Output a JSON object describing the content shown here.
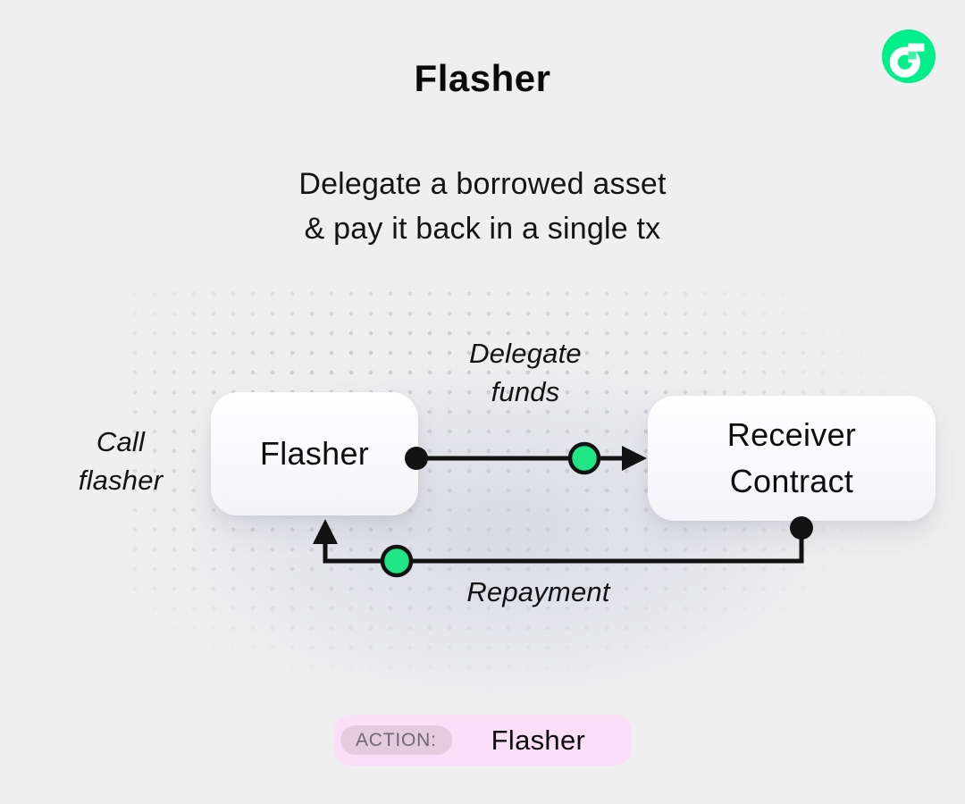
{
  "header": {
    "title": "Flasher",
    "subtitle_line1": "Delegate a borrowed asset",
    "subtitle_line2": "& pay it back in a single tx"
  },
  "logo": {
    "name": "flow-logo",
    "circle_color": "#00EF8B",
    "notch_color": "#3DF3A4"
  },
  "diagram": {
    "nodes": {
      "flasher": {
        "label": "Flasher"
      },
      "receiver": {
        "line1": "Receiver",
        "line2": "Contract"
      }
    },
    "edges": {
      "delegate": {
        "line1": "Delegate",
        "line2": "funds"
      },
      "call": {
        "line1": "Call",
        "line2": "flasher"
      },
      "repayment": {
        "label": "Repayment"
      }
    },
    "colors": {
      "line": "#121212",
      "marker_green": "#1FE584",
      "dot_grid": "#cfced4"
    }
  },
  "footer": {
    "action_label": "ACTION:",
    "action_value": "Flasher",
    "badge_bg": "#FBDFF8",
    "chip_bg": "#E3CBE0"
  },
  "page": {
    "background": "#EFEFEF"
  }
}
